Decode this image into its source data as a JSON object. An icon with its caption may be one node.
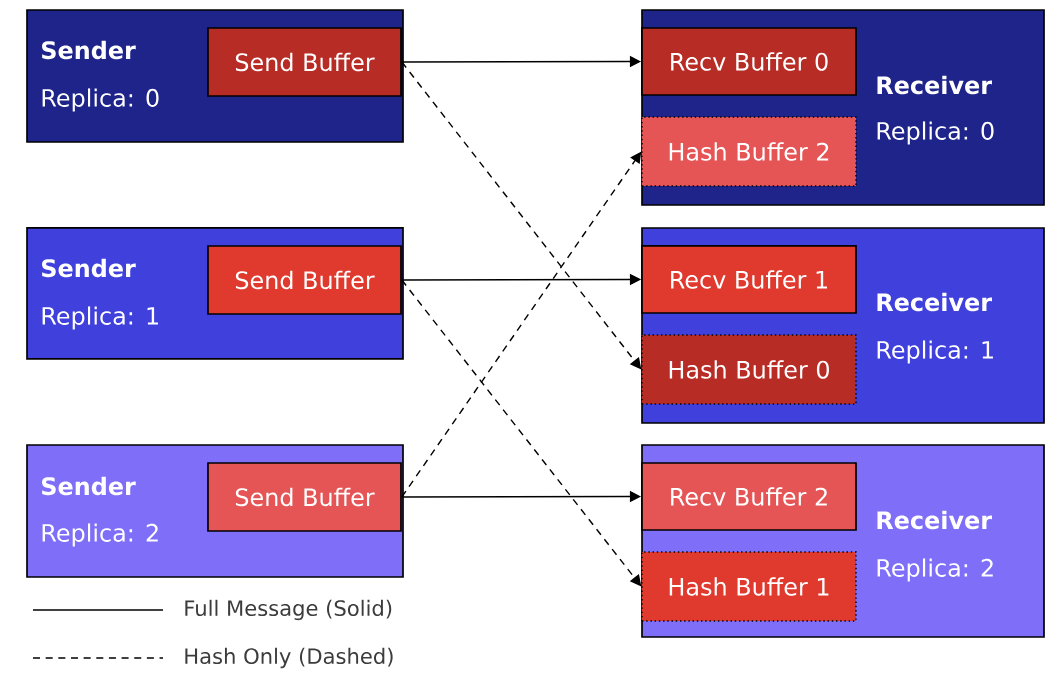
{
  "diagram": {
    "nodes": [
      {
        "text": [
          "Sender",
          "Replica: 0"
        ]
      },
      {
        "text": [
          "Send Buffer"
        ],
        "in": 0
      },
      {
        "text": [
          "Sender",
          "Replica: 1"
        ]
      },
      {
        "text": [
          "Send Buffer"
        ],
        "in": 2
      },
      {
        "text": [
          "Sender",
          "Replica: 2"
        ]
      },
      {
        "text": [
          "Send Buffer"
        ],
        "in": 4
      },
      {
        "text": [
          "Receiver",
          "Replica: 0"
        ]
      },
      {
        "text": [
          "Recv Buffer 0"
        ],
        "in": 6
      },
      {
        "text": [
          "Hash Buffer 2"
        ],
        "in": 6
      },
      {
        "text": [
          "Receiver",
          "Replica: 1"
        ]
      },
      {
        "text": [
          "Recv Buffer 1"
        ],
        "in": 9
      },
      {
        "text": [
          "Hash Buffer 0"
        ],
        "in": 9
      },
      {
        "text": [
          "Receiver",
          "Replica: 2"
        ]
      },
      {
        "text": [
          "Recv Buffer 2"
        ],
        "in": 12
      },
      {
        "text": [
          "Hash Buffer 1"
        ],
        "in": 12
      }
    ],
    "edges": [
      {
        "from": 1,
        "to": 7,
        "arrow": "to"
      },
      {
        "from": 1,
        "to": 11,
        "arrow": "to",
        "style": "dashed"
      },
      {
        "from": 3,
        "to": 10,
        "arrow": "to"
      },
      {
        "from": 3,
        "to": 14,
        "arrow": "to",
        "style": "dashed"
      },
      {
        "from": 5,
        "to": 8,
        "arrow": "to",
        "style": "dashed"
      },
      {
        "from": 5,
        "to": 13,
        "arrow": "to"
      }
    ],
    "legend": [
      {
        "text": "Full Message (Solid)"
      },
      {
        "text": "Hash Only (Dashed)"
      }
    ]
  }
}
